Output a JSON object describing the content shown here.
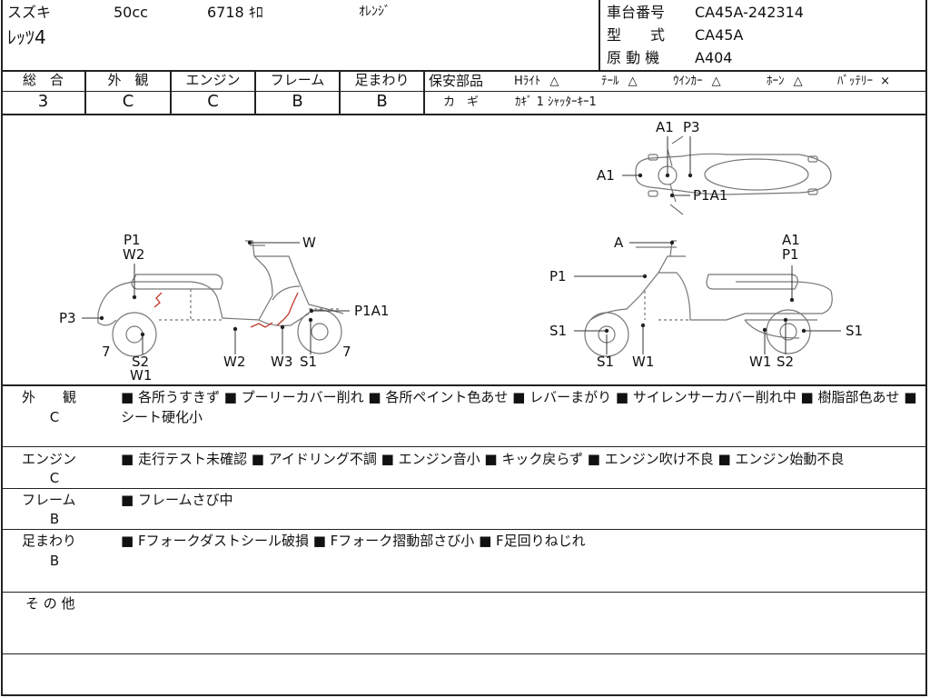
{
  "header": {
    "maker": "スズキ",
    "displacement": "50cc",
    "mileage": "6718 ｷﾛ",
    "color": "ｵﾚﾝｼﾞ",
    "model_name": "ﾚｯﾂ4",
    "frame_no_label": "車台番号",
    "frame_no_value": "CA45A-242314",
    "type_label": "型　　式",
    "type_value": "CA45A",
    "engine_label": "原 動 機",
    "engine_value": "A404"
  },
  "grades": {
    "overall_label": "総　合",
    "overall_value": "3",
    "exterior_label": "外　観",
    "exterior_value": "C",
    "engine_label": "エンジン",
    "engine_value": "C",
    "frame_label": "フレーム",
    "frame_value": "B",
    "suspension_label": "足まわり",
    "suspension_value": "B"
  },
  "safety": {
    "label": "保安部品",
    "items": [
      {
        "name": "Hﾗｲﾄ",
        "mark": "△"
      },
      {
        "name": "ﾃｰﾙ",
        "mark": "△"
      },
      {
        "name": "ｳｲﾝｶｰ",
        "mark": "△"
      },
      {
        "name": "ﾎｰﾝ",
        "mark": "△"
      },
      {
        "name": "ﾊﾞｯﾃﾘｰ",
        "mark": "×"
      }
    ],
    "key_label": "カ　ギ",
    "key_value": "ｶｷﾞ 1 ｼｬｯﾀｰｷｰ1"
  },
  "diagram_labels": {
    "top": {
      "a1_top": "A1",
      "p3_top": "P3",
      "a1_left": "A1",
      "p1a1": "P1A1"
    },
    "left": {
      "p1": "P1",
      "w2_top": "W2",
      "w": "W",
      "p3": "P3",
      "p1a1": "P1A1",
      "n7_left": "7",
      "s2": "S2",
      "w1": "W1",
      "w2_bottom": "W2",
      "w3": "W3",
      "s1": "S1",
      "n7_right": "7"
    },
    "right": {
      "a": "A",
      "a1": "A1",
      "p1_right": "P1",
      "p1_left": "P1",
      "s1_left": "S1",
      "s1_right": "S1",
      "s1_bottom": "S1",
      "w1_a": "W1",
      "w1_b": "W1",
      "s2": "S2"
    }
  },
  "details": [
    {
      "category": "外　　観",
      "grade": "C",
      "text": "■ 各所うすきず ■ プーリーカバー削れ ■ 各所ペイント色あせ ■ レバーまがり ■ サイレンサーカバー削れ中 ■ 樹脂部色あせ ■ シート硬化小"
    },
    {
      "category": "エンジン",
      "grade": "C",
      "text": "■ 走行テスト未確認 ■ アイドリング不調 ■ エンジン音小 ■ キック戻らず ■ エンジン吹け不良 ■ エンジン始動不良"
    },
    {
      "category": "フレーム",
      "grade": "B",
      "text": "■ フレームさび中"
    },
    {
      "category": "足まわり",
      "grade": "B",
      "text": "■ Fフォークダストシール破損 ■ Fフォーク摺動部さび小 ■ F足回りねじれ"
    },
    {
      "category": "そ の 他",
      "grade": "",
      "text": ""
    }
  ],
  "colors": {
    "line": "#222222",
    "damage": "#c0392b"
  }
}
